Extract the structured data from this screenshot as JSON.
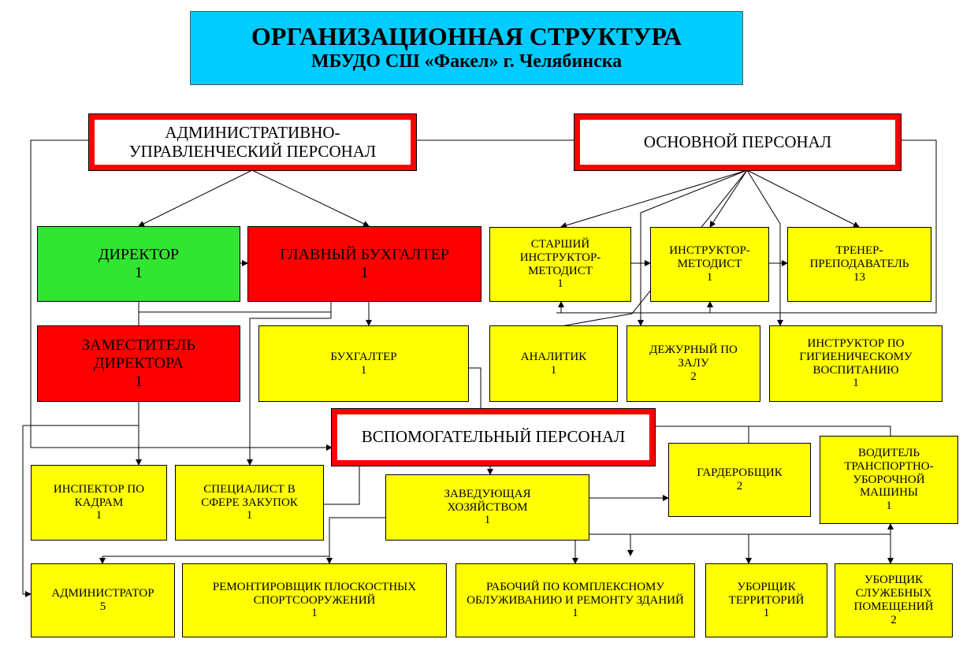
{
  "title": {
    "line1": "ОРГАНИЗАЦИОННАЯ СТРУКТУРА",
    "line2": "МБУДО СШ «Факел» г. Челябинска"
  },
  "colors": {
    "title_bg": "#00ccff",
    "frame_red": "#ff0000",
    "director_green": "#33e533",
    "leader_red": "#ff0000",
    "staff_yellow": "#ffff00"
  },
  "groups": {
    "admin": "АДМИНИСТРАТИВНО-УПРАВЛЕНЧЕСКИЙ ПЕРСОНАЛ",
    "main": "ОСНОВНОЙ ПЕРСОНАЛ",
    "support": "ВСПОМОГАТЕЛЬНЫЙ ПЕРСОНАЛ"
  },
  "positions": {
    "director": {
      "label": "ДИРЕКТОР",
      "count": "1"
    },
    "chief_accountant": {
      "label": "ГЛАВНЫЙ БУХГАЛТЕР",
      "count": "1"
    },
    "deputy_director": {
      "label": "ЗАМЕСТИТЕЛЬ ДИРЕКТОРА",
      "count": "1"
    },
    "accountant": {
      "label": "БУХГАЛТЕР",
      "count": "1"
    },
    "senior_instructor": {
      "label": "СТАРШИЙ ИНСТРУКТОР-МЕТОДИСТ",
      "count": "1"
    },
    "instructor_methodist": {
      "label": "ИНСТРУКТОР-МЕТОДИСТ",
      "count": "1"
    },
    "coach": {
      "label": "ТРЕНЕР-ПРЕПОДАВАТЕЛЬ",
      "count": "13"
    },
    "analyst": {
      "label": "АНАЛИТИК",
      "count": "1"
    },
    "hall_attendant": {
      "label": "ДЕЖУРНЫЙ ПО ЗАЛУ",
      "count": "2"
    },
    "hygiene_instructor": {
      "label": "ИНСТРУКТОР ПО ГИГИЕНИЧЕСКОМУ ВОСПИТАНИЮ",
      "count": "1"
    },
    "hr_inspector": {
      "label": "ИНСПЕКТОР ПО КАДРАМ",
      "count": "1"
    },
    "procurement": {
      "label": "СПЕЦИАЛИСТ В СФЕРЕ ЗАКУПОК",
      "count": "1"
    },
    "housekeeping_head": {
      "label": "ЗАВЕДУЮЩАЯ ХОЗЯЙСТВОМ",
      "count": "1"
    },
    "cloakroom": {
      "label": "ГАРДЕРОБЩИК",
      "count": "2"
    },
    "driver": {
      "label": "ВОДИТЕЛЬ ТРАНСПОРТНО-УБОРОЧНОЙ МАШИНЫ",
      "count": "1"
    },
    "administrator": {
      "label": "АДМИНИСТРАТОР",
      "count": "5"
    },
    "repairer": {
      "label": "РЕМОНТИРОВЩИК ПЛОСКОСТНЫХ СПОРТСООРУЖЕНИЙ",
      "count": "1"
    },
    "maintenance_worker": {
      "label": "РАБОЧИЙ ПО КОМПЛЕКСНОМУ ОБЛУЖИВАНИЮ И РЕМОНТУ ЗДАНИЙ",
      "count": "1"
    },
    "yard_cleaner": {
      "label": "УБОРЩИК ТЕРРИТОРИЙ",
      "count": "1"
    },
    "office_cleaner": {
      "label": "УБОРЩИК СЛУЖЕБНЫХ ПОМЕЩЕНИЙ",
      "count": "2"
    }
  }
}
